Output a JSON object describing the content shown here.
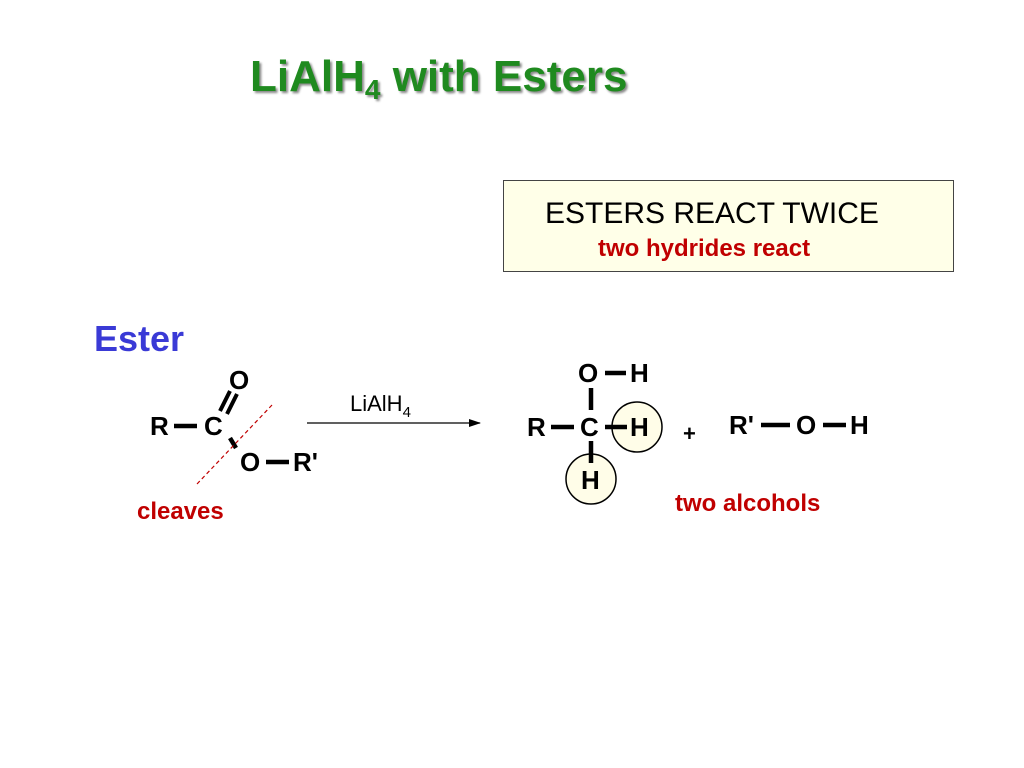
{
  "slide": {
    "title": {
      "main": "LiAlH",
      "sub": "4",
      "rest": " with Esters"
    },
    "callout": {
      "heading": "ESTERS REACT TWICE",
      "subheading": "two hydrides react"
    },
    "ester_label": "Ester",
    "cleaves_label": "cleaves",
    "alcohols_label": "two alcohols"
  },
  "reactant": {
    "atoms": {
      "r": "R",
      "c": "C",
      "o_carbonyl": "O",
      "o_ether": "O",
      "r_prime": "R'"
    }
  },
  "reaction": {
    "reagent_main": "LiAlH",
    "reagent_sub": "4"
  },
  "product1": {
    "atoms": {
      "o": "O",
      "h_oh": "H",
      "r": "R",
      "c": "C",
      "h_right": "H",
      "h_bottom": "H"
    }
  },
  "plus": "+",
  "product2": {
    "atoms": {
      "r_prime": "R'",
      "o": "O",
      "h": "H"
    }
  },
  "colors": {
    "title": "#1f8a1f",
    "accent_red": "#c00000",
    "ester_blue": "#3a3ad6",
    "callout_bg": "#ffffe8",
    "highlight_circle_fill": "#fffde8"
  }
}
